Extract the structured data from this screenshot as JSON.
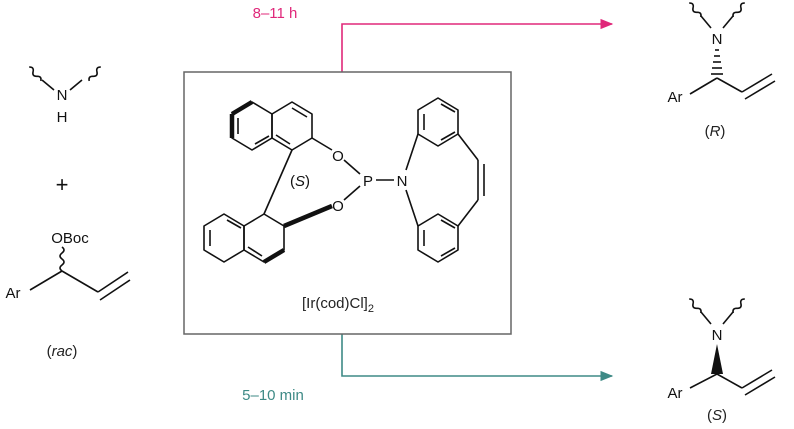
{
  "conditions": {
    "top": {
      "label": "8–11 h",
      "color": "#e0287a"
    },
    "bottom": {
      "label": "5–10 min",
      "color": "#3e8a86"
    }
  },
  "reactants": {
    "amine_n": "N",
    "amine_h": "H",
    "plus": "+",
    "carbonate": "OBoc",
    "aryl": "Ar",
    "racemic_tag": "rac"
  },
  "catalyst": {
    "stereo_tag": "S",
    "phosphorus": "P",
    "oxygen_top": "O",
    "oxygen_bottom": "O",
    "nitrogen": "N",
    "iridium_complex": "[Ir(cod)Cl]",
    "subscript": "2"
  },
  "products": {
    "top": {
      "nitrogen": "N",
      "aryl": "Ar",
      "config": "R"
    },
    "bottom": {
      "nitrogen": "N",
      "aryl": "Ar",
      "config": "S"
    }
  },
  "colors": {
    "frame": "#666666",
    "bond": "#111111"
  }
}
